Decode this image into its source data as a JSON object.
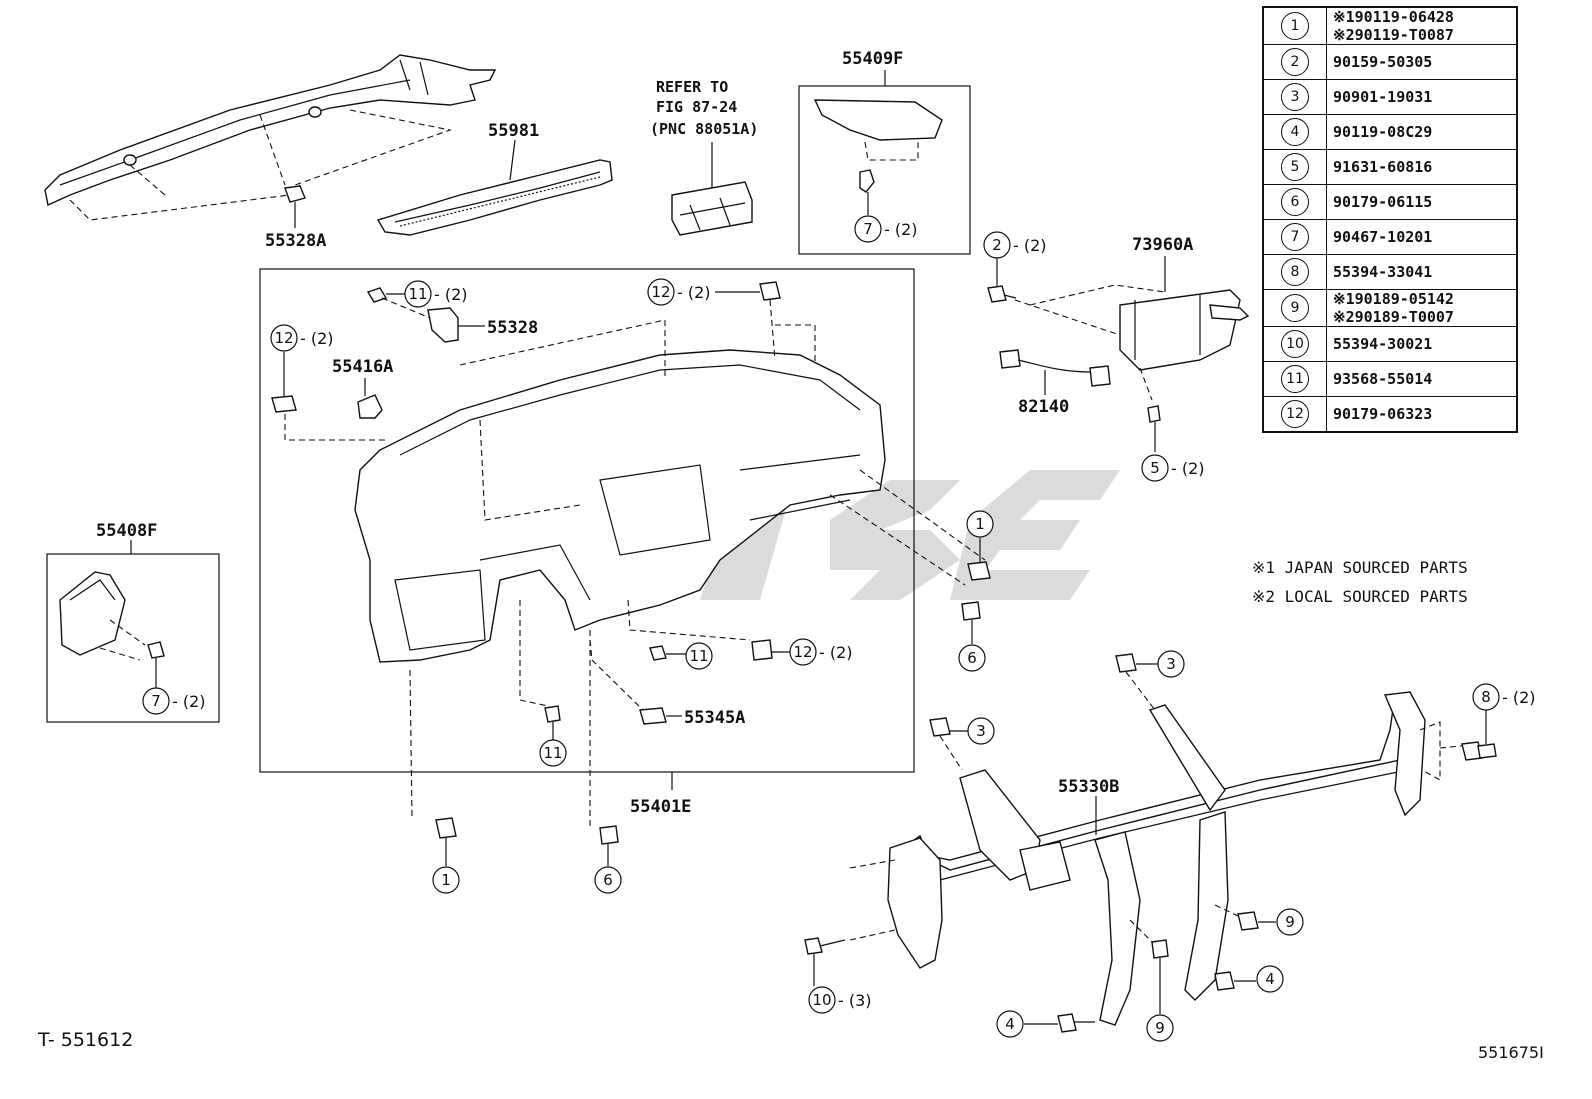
{
  "legend": [
    {
      "key": "1",
      "values": [
        "※190119-06428",
        "※290119-T0087"
      ]
    },
    {
      "key": "2",
      "values": [
        "90159-50305"
      ]
    },
    {
      "key": "3",
      "values": [
        "90901-19031"
      ]
    },
    {
      "key": "4",
      "values": [
        "90119-08C29"
      ]
    },
    {
      "key": "5",
      "values": [
        "91631-60816"
      ]
    },
    {
      "key": "6",
      "values": [
        "90179-06115"
      ]
    },
    {
      "key": "7",
      "values": [
        "90467-10201"
      ]
    },
    {
      "key": "8",
      "values": [
        "55394-33041"
      ]
    },
    {
      "key": "9",
      "values": [
        "※190189-05142",
        "※290189-T0007"
      ]
    },
    {
      "key": "10",
      "values": [
        "55394-30021"
      ]
    },
    {
      "key": "11",
      "values": [
        "93568-55014"
      ]
    },
    {
      "key": "12",
      "values": [
        "90179-06323"
      ]
    }
  ],
  "notes": [
    "※1 JAPAN SOURCED PARTS",
    "※2 LOCAL SOURCED PARTS"
  ],
  "reference": {
    "line1": "REFER TO",
    "line2": "FIG 87-24",
    "line3": "(PNC 88051A)"
  },
  "part_labels": {
    "p55409F": "55409F",
    "p55981": "55981",
    "p55328A": "55328A",
    "p73960A": "73960A",
    "p82140": "82140",
    "p55328": "55328",
    "p55416A": "55416A",
    "p55408F": "55408F",
    "p55345A": "55345A",
    "p55401E": "55401E",
    "p55330B": "55330B"
  },
  "callouts": {
    "c7a": {
      "num": "7",
      "qty": "- (2)"
    },
    "c2": {
      "num": "2",
      "qty": "- (2)"
    },
    "c11a": {
      "num": "11",
      "qty": "- (2)"
    },
    "c12a": {
      "num": "12",
      "qty": "- (2)"
    },
    "c12b": {
      "num": "12",
      "qty": "- (2)"
    },
    "c5": {
      "num": "5",
      "qty": "- (2)"
    },
    "c1a": {
      "num": "1",
      "qty": ""
    },
    "c6a": {
      "num": "6",
      "qty": ""
    },
    "c7b": {
      "num": "7",
      "qty": "- (2)"
    },
    "c11b": {
      "num": "11",
      "qty": ""
    },
    "c12c": {
      "num": "12",
      "qty": "- (2)"
    },
    "c3a": {
      "num": "3",
      "qty": ""
    },
    "c8": {
      "num": "8",
      "qty": "- (2)"
    },
    "c3b": {
      "num": "3",
      "qty": ""
    },
    "c11c": {
      "num": "11",
      "qty": ""
    },
    "c1b": {
      "num": "1",
      "qty": ""
    },
    "c6b": {
      "num": "6",
      "qty": ""
    },
    "c9a": {
      "num": "9",
      "qty": ""
    },
    "c4a": {
      "num": "4",
      "qty": ""
    },
    "c10": {
      "num": "10",
      "qty": "- (3)"
    },
    "c9b": {
      "num": "9",
      "qty": ""
    },
    "c4b": {
      "num": "4",
      "qty": ""
    }
  },
  "footer": {
    "left": "T- 551612",
    "right": "551675I"
  }
}
